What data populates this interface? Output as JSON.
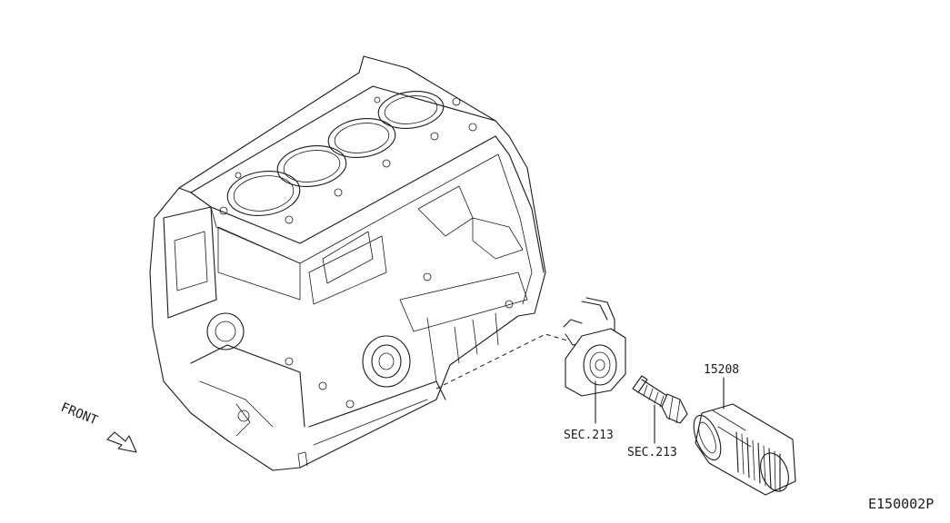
{
  "diagram": {
    "labels": {
      "front": "FRONT",
      "oil_cooler": "SEC.213",
      "connector_bolt": "SEC.213",
      "oil_filter": "15208",
      "figure_code": "E150002P"
    },
    "colors": {
      "ink": "#1a1a1a",
      "background": "#ffffff"
    }
  }
}
